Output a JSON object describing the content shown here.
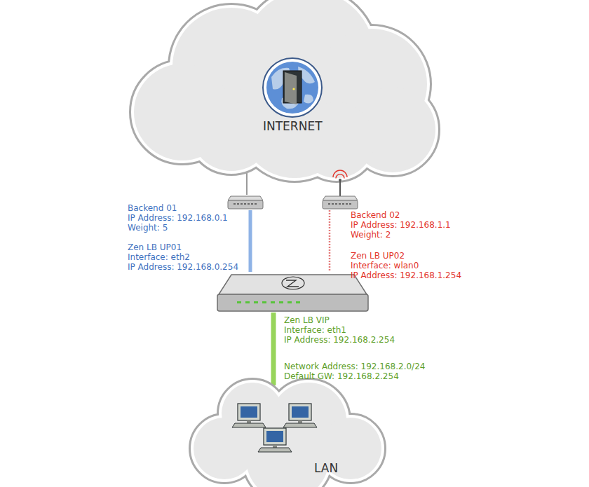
{
  "diagram": {
    "nodes": [
      {
        "text": [
          "INTERNET"
        ]
      },
      {
        "text": [
          "Backend 01",
          "IP Address: 192.168.0.1",
          "Weight: 5"
        ]
      },
      {
        "text": [
          "Backend 02",
          "IP Address: 192.168.1.1",
          "Weight: 2"
        ]
      },
      {
        "text": [
          "Zen LB VIP",
          "Interface: eth1",
          "IP Address: 192.168.2.254"
        ]
      },
      {
        "text": [
          "LAN"
        ]
      }
    ],
    "edges": [
      {
        "from": 0,
        "to": 1,
        "arrow": "none"
      },
      {
        "from": 1,
        "to": 3,
        "arrow": "none"
      },
      {
        "from": 2,
        "to": 3,
        "arrow": "none"
      },
      {
        "from": 3,
        "to": 4,
        "arrow": "none"
      }
    ],
    "labels": [
      "Zen LB UP01",
      "Interface: eth2",
      "IP Address: 192.168.0.254",
      "Zen LB UP02",
      "Interface: wlan0",
      "IP Address: 192.168.1.254",
      "Network Address: 192.168.2.0/24",
      "Default GW: 192.168.2.254"
    ]
  }
}
